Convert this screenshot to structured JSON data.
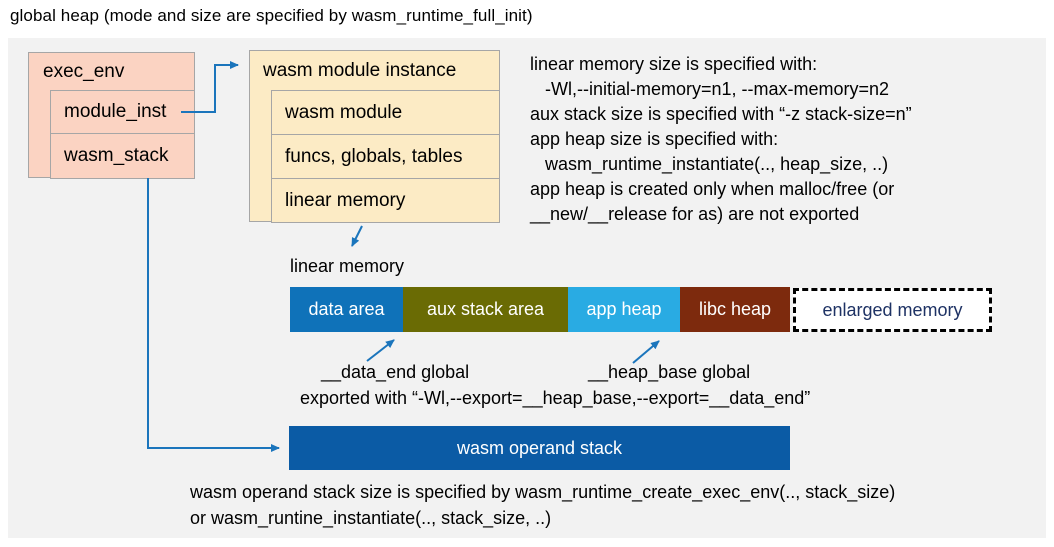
{
  "title": "global heap (mode and size are specified by wasm_runtime_full_init)",
  "exec_env": {
    "title": "exec_env",
    "rows": [
      {
        "label": "module_inst"
      },
      {
        "label": "wasm_stack"
      }
    ]
  },
  "module_instance": {
    "title": "wasm module instance",
    "rows": [
      {
        "label": "wasm module"
      },
      {
        "label": "funcs, globals, tables"
      },
      {
        "label": "linear memory"
      }
    ]
  },
  "notes": {
    "lines": [
      "linear memory size is specified with:",
      "   -Wl,--initial-memory=n1, --max-memory=n2",
      "aux stack size is specified with “-z stack-size=n”",
      "app heap size is specified with:",
      "   wasm_runtime_instantiate(.., heap_size, ..)",
      "app heap is created only when malloc/free (or",
      "__new/__release for as) are not exported"
    ]
  },
  "linear_memory": {
    "label": "linear memory",
    "segments": [
      {
        "label": "data area",
        "color": "#0F72B9",
        "text_color": "#FFFFFF"
      },
      {
        "label": "aux stack area",
        "color": "#6A6B04",
        "text_color": "#FFFFFF"
      },
      {
        "label": "app heap",
        "color": "#29ABE3",
        "text_color": "#FFFFFF"
      },
      {
        "label": "libc heap",
        "color": "#7D2A0D",
        "text_color": "#FFFFFF"
      },
      {
        "label": "enlarged memory",
        "color": "#FFFFFF",
        "text_color": "#1E3264",
        "border": "dashed"
      }
    ],
    "data_end_label": "__data_end global",
    "heap_base_label": "__heap_base global",
    "export_note": "exported with “-Wl,--export=__heap_base,--export=__data_end”"
  },
  "operand_stack": {
    "label": "wasm operand stack",
    "color": "#0B5BA5"
  },
  "footer": {
    "lines": [
      "wasm operand stack size is specified by wasm_runtime_create_exec_env(.., stack_size)",
      "or wasm_runtine_instantiate(.., stack_size, ..)"
    ]
  },
  "colors": {
    "panel_fill": "#F2F2F2",
    "exec_env_fill": "#FBD3C2",
    "module_instance_fill": "#FCEBC5",
    "box_border": "#A6A6A6",
    "arrow": "#1B75BC",
    "text": "#000000"
  }
}
